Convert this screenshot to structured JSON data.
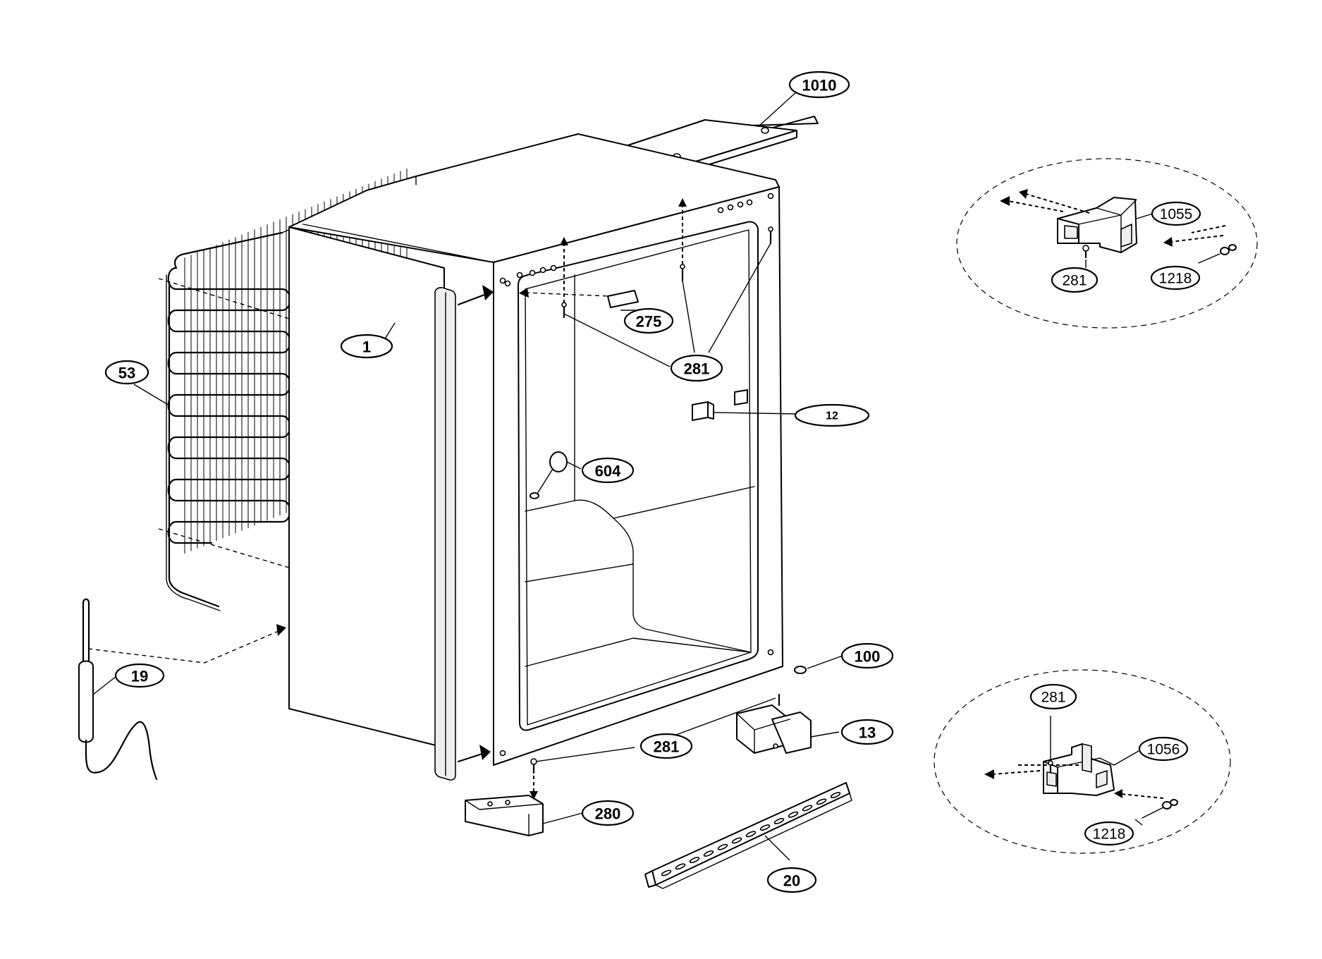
{
  "callouts": [
    {
      "id": "c1010",
      "label": "1010"
    },
    {
      "id": "c1",
      "label": "1"
    },
    {
      "id": "c53",
      "label": "53"
    },
    {
      "id": "c275",
      "label": "275"
    },
    {
      "id": "c281a",
      "label": "281"
    },
    {
      "id": "c12",
      "label": "12"
    },
    {
      "id": "c604",
      "label": "604"
    },
    {
      "id": "c19",
      "label": "19"
    },
    {
      "id": "c100",
      "label": "100"
    },
    {
      "id": "c13",
      "label": "13"
    },
    {
      "id": "c281b",
      "label": "281"
    },
    {
      "id": "c280",
      "label": "280"
    },
    {
      "id": "c20",
      "label": "20"
    },
    {
      "id": "c1055",
      "label": "1055"
    },
    {
      "id": "c281c",
      "label": "281"
    },
    {
      "id": "c1218a",
      "label": "1218"
    },
    {
      "id": "c281d",
      "label": "281"
    },
    {
      "id": "c1056",
      "label": "1056"
    },
    {
      "id": "c1218b",
      "label": "1218"
    }
  ]
}
